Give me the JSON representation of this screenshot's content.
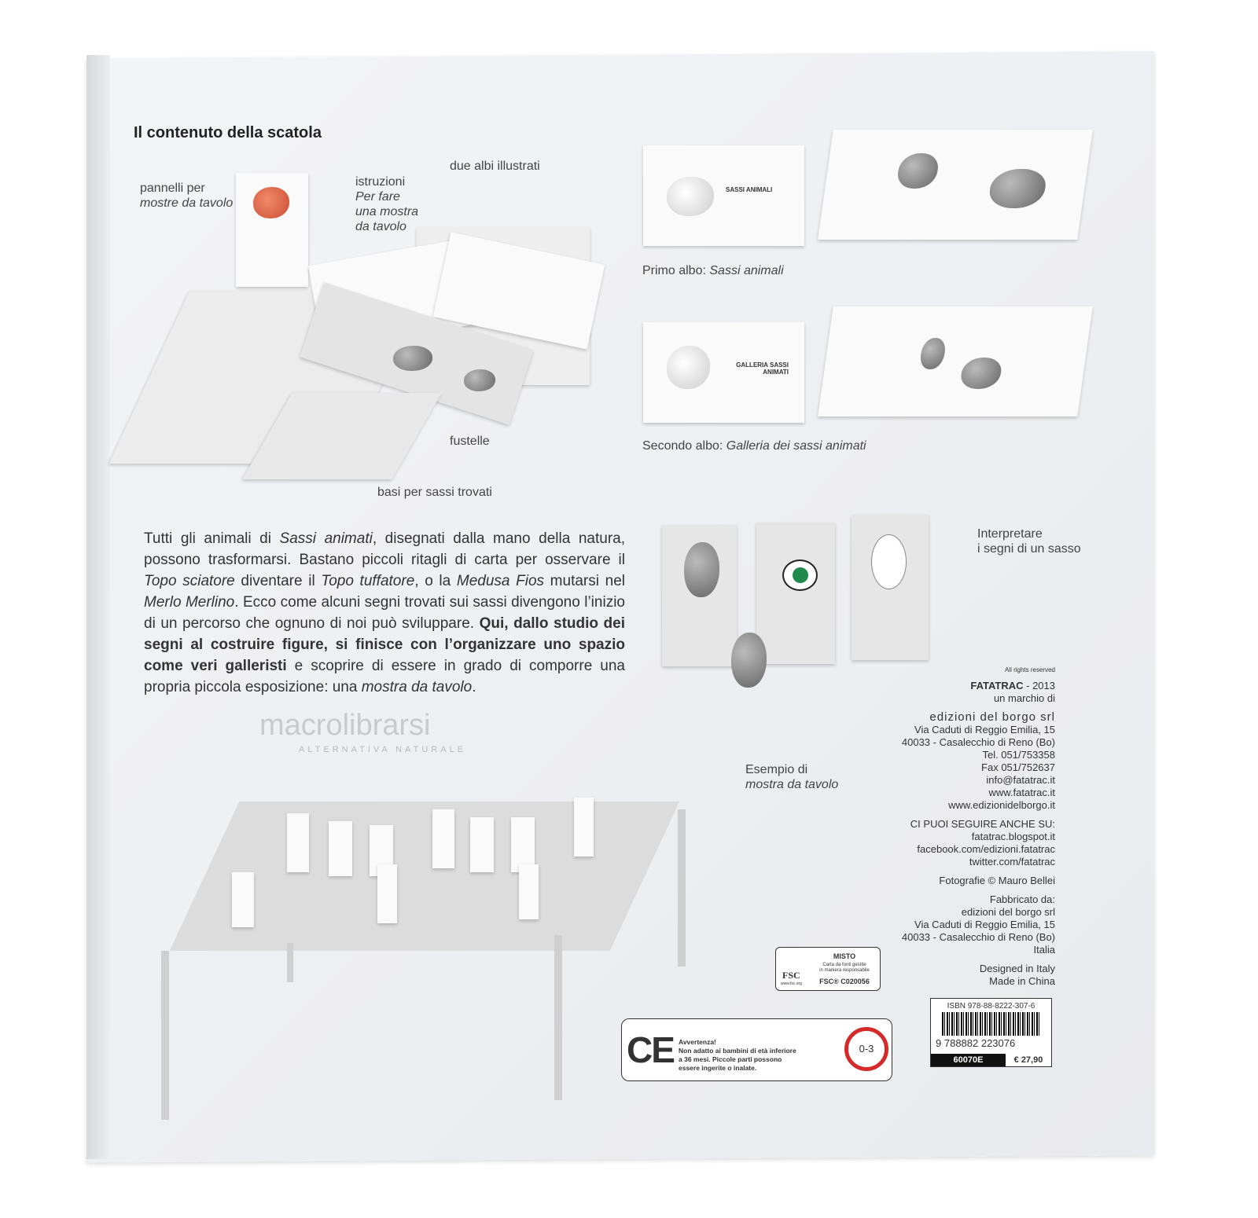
{
  "heading": "Il contenuto della scatola",
  "callouts": {
    "panels": [
      "pannelli per",
      "mostre da tavolo"
    ],
    "instructions": [
      "istruzioni",
      "Per fare",
      "una mostra",
      "da tavolo"
    ],
    "books": "due albi illustrati",
    "diecuts": "fustelle",
    "bases": "basi per sassi trovati",
    "interpret": [
      "Interpretare",
      "i segni di un sasso"
    ],
    "example": [
      "Esempio di",
      "mostra da tavolo"
    ]
  },
  "albums": {
    "first_prefix": "Primo albo: ",
    "first_title": "Sassi animali",
    "second_prefix": "Secondo albo: ",
    "second_title": "Galleria dei sassi animati",
    "cover1": "SASSI ANIMALI",
    "cover2": "GALLERIA SASSI ANIMATI"
  },
  "description": {
    "p1": "Tutti gli animali di ",
    "p2": "Sassi animati",
    "p3": ", disegnati dalla mano della natura, possono trasformarsi. Bastano piccoli ritagli di carta per osservare il ",
    "p4": "Topo sciatore",
    "p5": " diventare il ",
    "p6": "Topo tuffatore",
    "p7": ", o la ",
    "p8": "Medusa Fios",
    "p9": " mutarsi nel ",
    "p10": "Merlo Merlino",
    "p11": ". Ecco come alcuni segni trovati sui sassi divengono l’inizio di un percorso che ognuno di noi può sviluppare. ",
    "p12": "Qui, dallo studio dei segni al costruire figure, si finisce con l’organizzare uno spazio come veri galleristi",
    "p13": " e scoprire di essere in grado di comporre una propria piccola esposizione: una ",
    "p14": "mostra da tavolo",
    "p15": "."
  },
  "watermark": {
    "name": "macrolibrarsi",
    "tagline": "ALTERNATIVA NATURALE"
  },
  "publisher": {
    "rights": "All rights reserved",
    "brand": "FATATRAC",
    "year": " - 2013",
    "mark": "un marchio di",
    "company": "edizioni del borgo srl",
    "address": [
      "Via Caduti di Reggio Emilia, 15",
      "40033 - Casalecchio di Reno (Bo)",
      "Tel. 051/753358",
      "Fax 051/752637",
      "info@fatatrac.it",
      "www.fatatrac.it",
      "www.edizionidelborgo.it"
    ],
    "follow": [
      "CI PUOI SEGUIRE ANCHE SU:",
      "fatatrac.blogspot.it",
      "facebook.com/edizioni.fatatrac",
      "twitter.com/fatatrac"
    ],
    "photos": "Fotografie © Mauro Bellei",
    "made": [
      "Fabbricato da:",
      "edizioni del borgo srl",
      "Via Caduti di Reggio Emilia, 15",
      "40033 - Casalecchio di Reno (Bo)",
      "Italia"
    ],
    "origin": [
      "Designed in Italy",
      "Made in China"
    ]
  },
  "fsc": {
    "title": "MISTO",
    "text": [
      "Carta da fonti gestite",
      "in maniera responsabile"
    ],
    "code": "FSC® C020056",
    "logo": "FSC",
    "url": "www.fsc.org"
  },
  "warning": {
    "ce": "CE",
    "title": "Avvertenza!",
    "text": [
      "Non adatto ai bambini di età inferiore",
      "a 36 mesi. Piccole parti possono",
      "essere ingerite o inalate."
    ],
    "age": "0-3"
  },
  "barcode": {
    "isbn": "ISBN 978-88-8222-307-6",
    "digits_first": "9",
    "digits": "788882 223076",
    "code": "60070E",
    "price": "€ 27,90"
  }
}
